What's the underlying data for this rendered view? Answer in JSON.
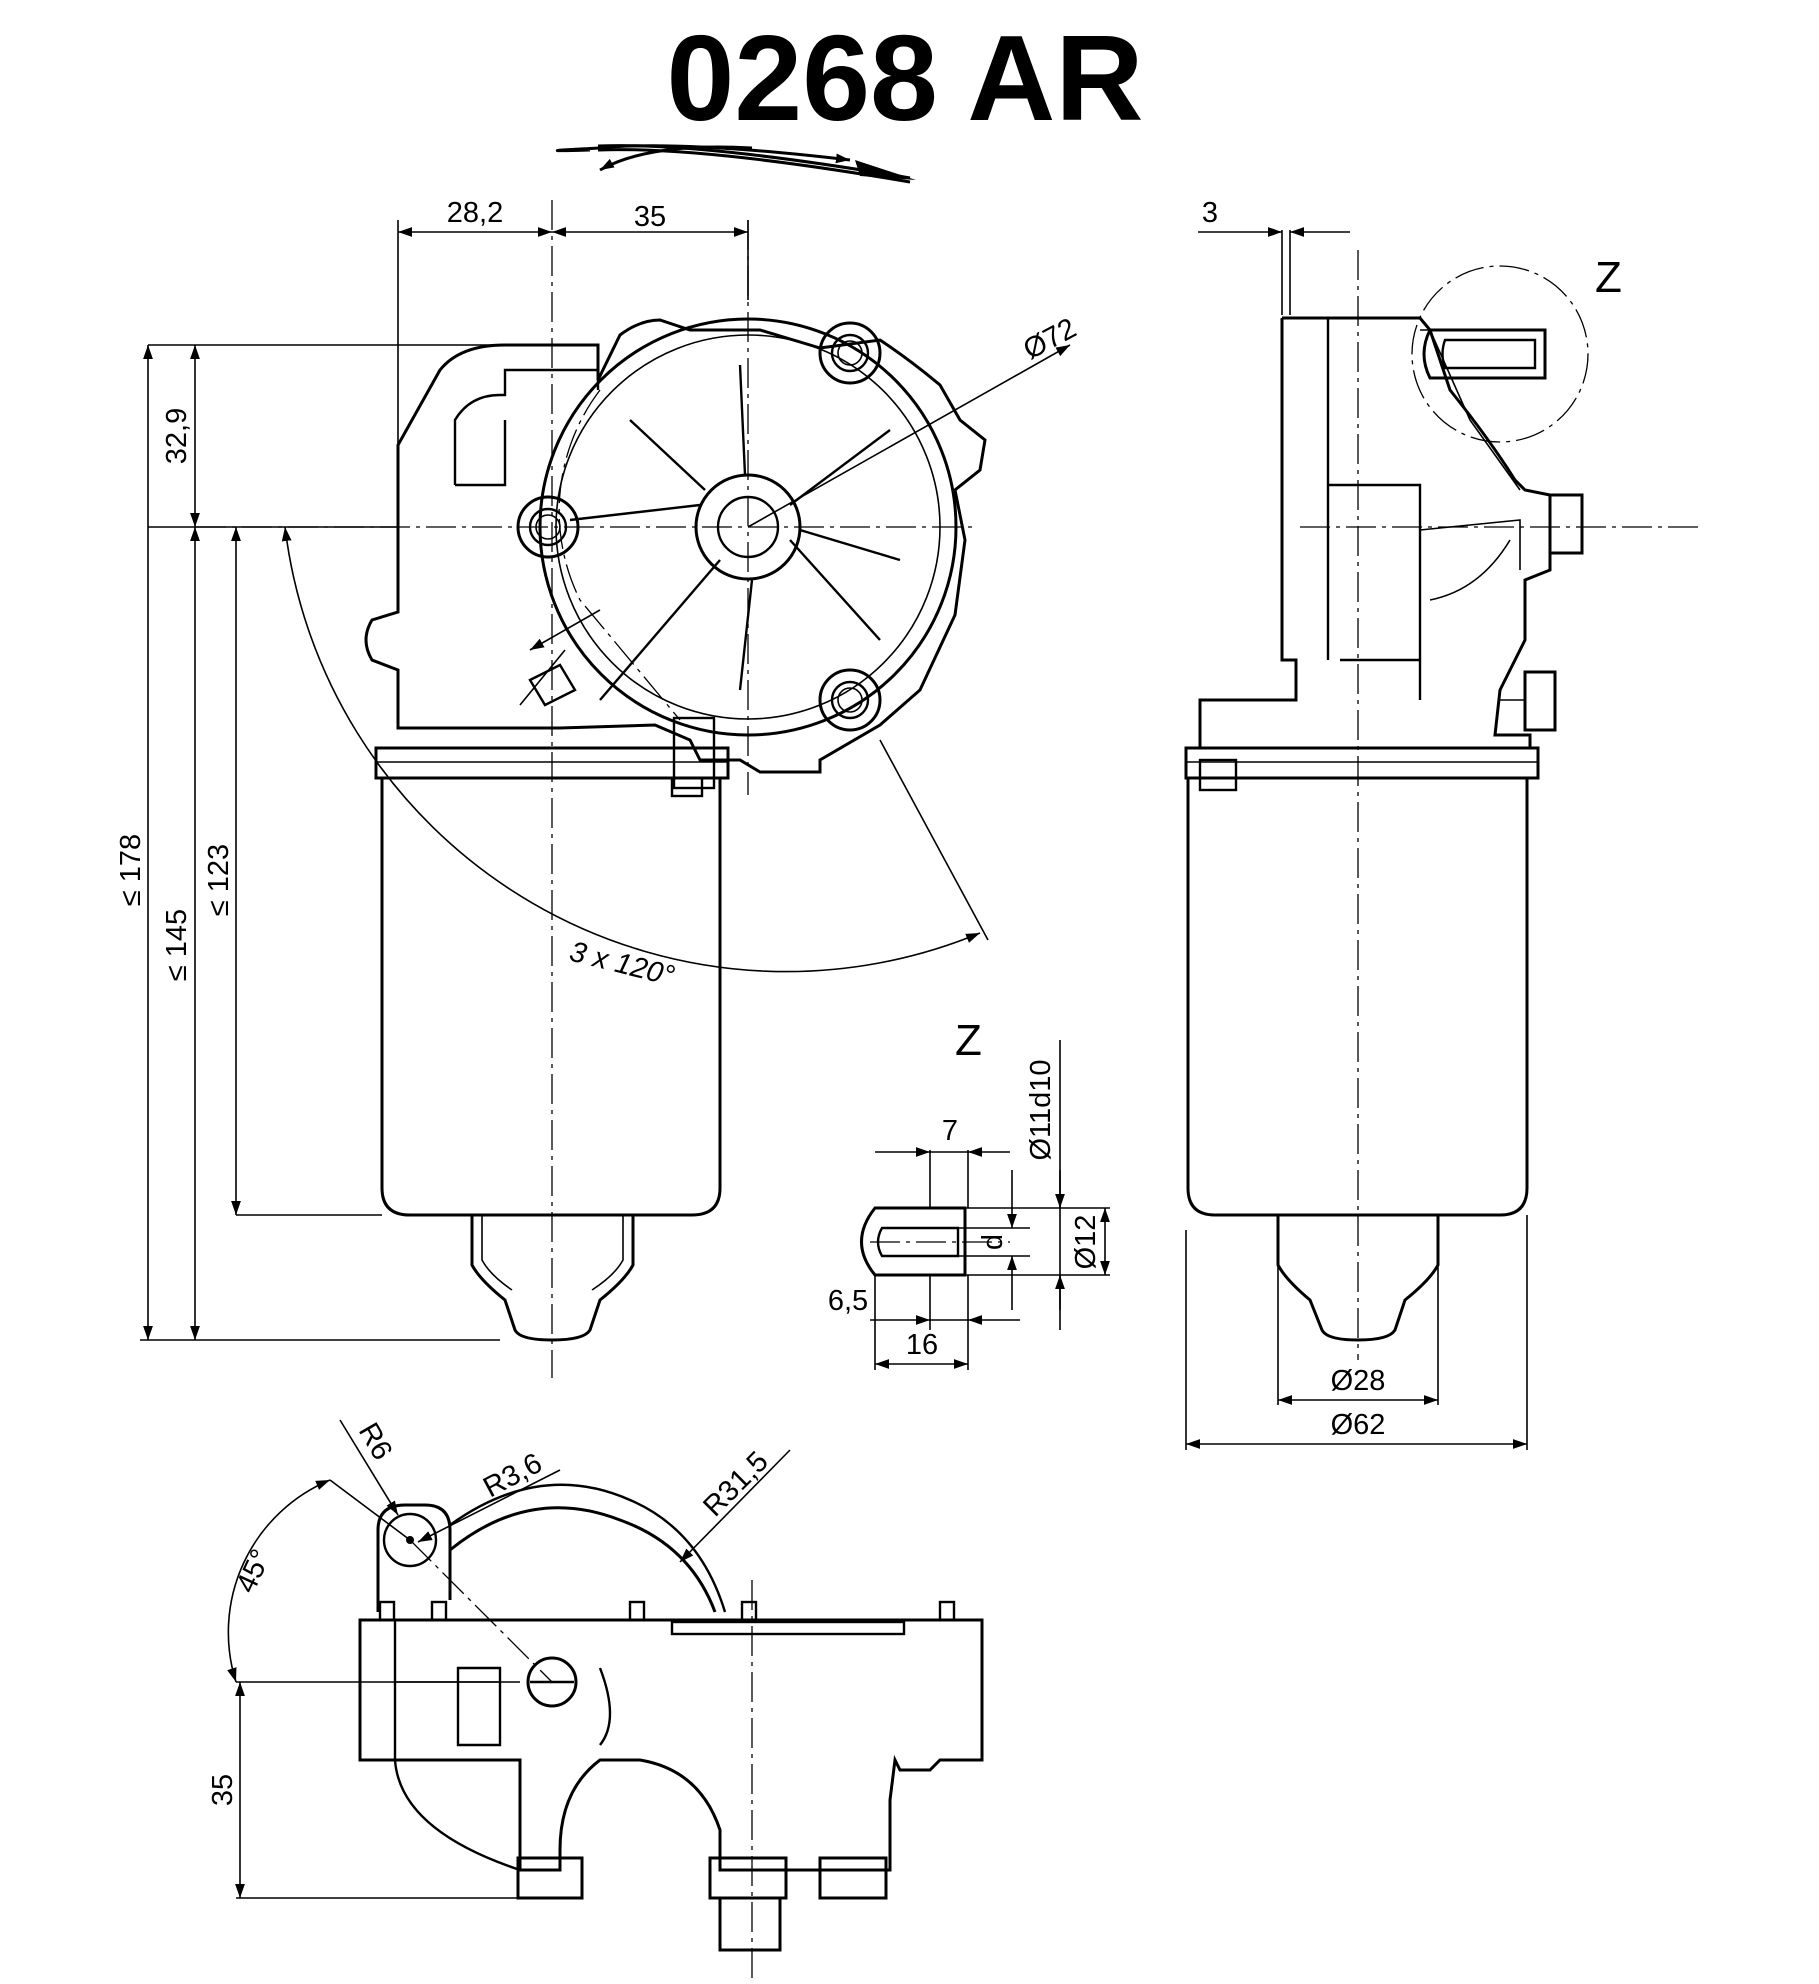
{
  "title": "0268 AR",
  "front_view": {
    "dims": {
      "offset_left": "28,2",
      "offset_right": "35",
      "diameter": "Ø72",
      "height_top": "32,9",
      "height_total": "≤ 178",
      "height_mid": "≤ 145",
      "height_motor": "≤ 123",
      "angle": "3 x 120°"
    }
  },
  "side_view": {
    "dims": {
      "flange": "3",
      "detail_ref": "Z",
      "diameter_small": "Ø28",
      "diameter_large": "Ø62"
    }
  },
  "detail_z": {
    "label": "Z",
    "dims": {
      "fit": "Ø11d10",
      "length_a": "7",
      "d": "d",
      "diameter": "Ø12",
      "length_b": "6,5",
      "length_c": "16"
    }
  },
  "bottom_view": {
    "dims": {
      "r_small": "R6",
      "r_mid": "R3,6",
      "r_large": "R31,5",
      "angle": "45°",
      "offset": "35"
    }
  }
}
